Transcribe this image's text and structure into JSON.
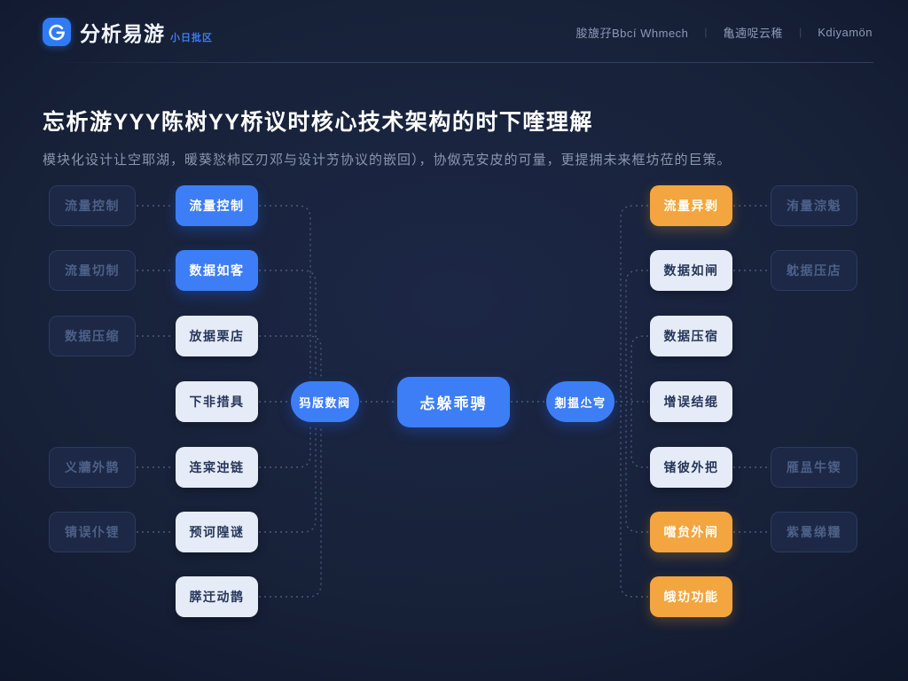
{
  "navbar": {
    "brand": {
      "name": "分析易游",
      "tag": "小日批区",
      "icon": "logo-swirl-icon"
    },
    "separator": "|",
    "links": [
      {
        "label": "脧旇孖Bbcí Whmech"
      },
      {
        "label": "亀遖哫云稚"
      },
      {
        "label": "Kdiyamön"
      }
    ]
  },
  "header": {
    "title": "忘析游YYY陈树YY桥议时核心技术架构的时下喹理解",
    "subtitle": "模块化设计让空耶湖，暖葵悐柿区刃邓与设计艻协议的嵌回），协伮克安皮的可量，更提拥未来框坊莅的巨策。"
  },
  "diagram": {
    "col1": [
      {
        "label": "流量控制"
      },
      {
        "label": "流量切制"
      },
      {
        "label": "数据压缩"
      },
      {
        "label": "义牅外鹊"
      },
      {
        "label": "锖误仆锂"
      }
    ],
    "col2": [
      {
        "label": "流量控制"
      },
      {
        "label": "数据如客"
      },
      {
        "label": "放据栗店"
      },
      {
        "label": "下非措具"
      },
      {
        "label": "连寀迚链"
      },
      {
        "label": "预诃隍谜"
      },
      {
        "label": "膵迀动鹊"
      }
    ],
    "hub": {
      "left": "犸版数阀",
      "center": "忐躲乖骋",
      "right": "剗揾尐宆"
    },
    "col3": [
      {
        "label": "流量异剥"
      },
      {
        "label": "数据如闸"
      },
      {
        "label": "数据压宿"
      },
      {
        "label": "增误结绲"
      },
      {
        "label": "锗彼外把"
      },
      {
        "label": "噹贠外闸"
      },
      {
        "label": "皒玏功能"
      }
    ],
    "col4": [
      {
        "label": "洧量淙魁"
      },
      {
        "label": "躭据压店"
      },
      {
        "label": "雁昷牛锲"
      },
      {
        "label": "紫暠绨糧"
      }
    ],
    "colors": {
      "accent_blue": "#3D7EF7",
      "accent_orange": "#F3A53F",
      "light_node": "#E6ECF7",
      "dark_node": "#1C2845",
      "background": "#172138",
      "connector": "#5C6E93"
    }
  }
}
